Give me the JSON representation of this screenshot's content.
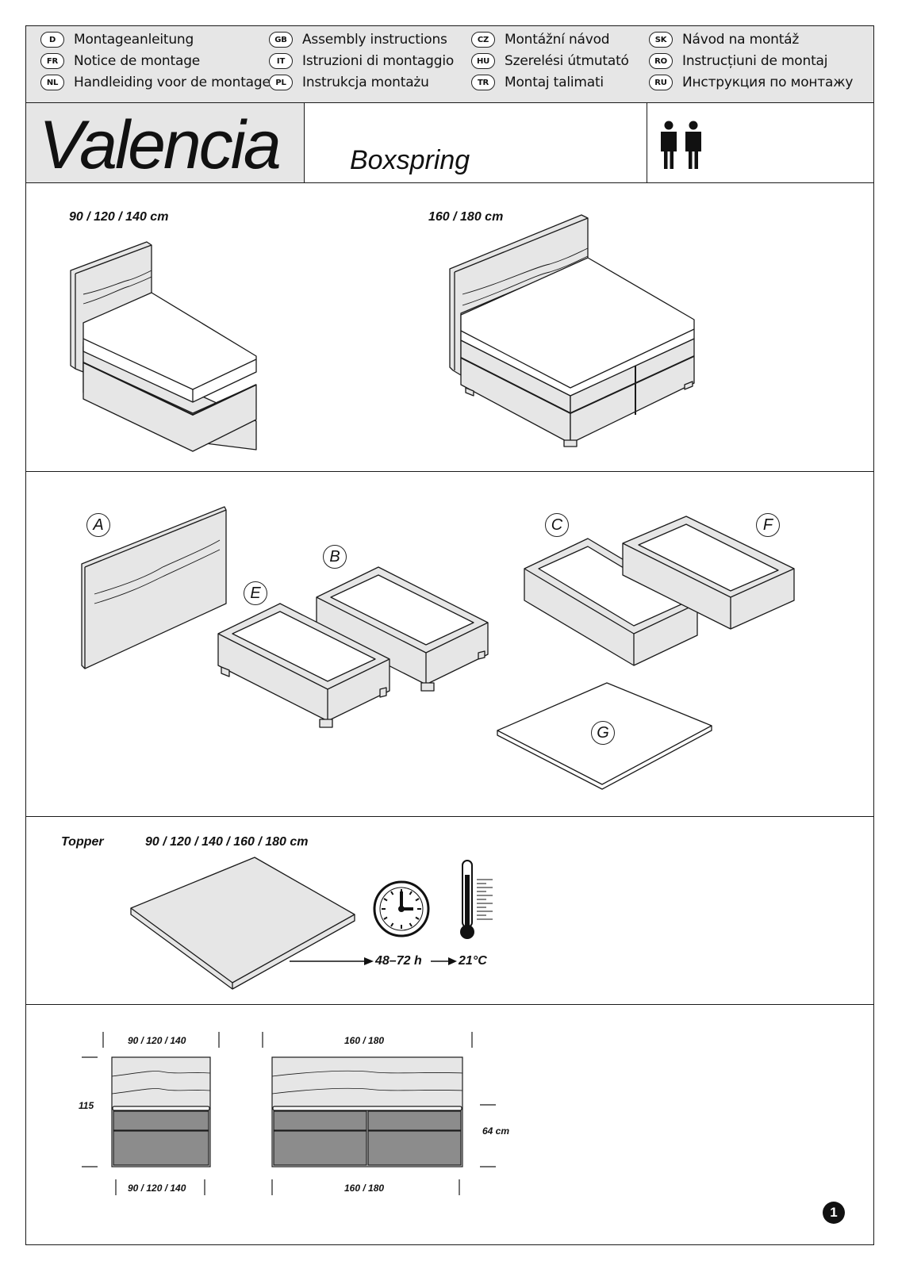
{
  "languages": [
    {
      "code": "D",
      "text": "Montageanleitung"
    },
    {
      "code": "FR",
      "text": "Notice de montage"
    },
    {
      "code": "NL",
      "text": "Handleiding voor de montage"
    },
    {
      "code": "GB",
      "text": "Assembly instructions"
    },
    {
      "code": "IT",
      "text": "Istruzioni di montaggio"
    },
    {
      "code": "PL",
      "text": "Instrukcja montażu"
    },
    {
      "code": "CZ",
      "text": "Montážní návod"
    },
    {
      "code": "HU",
      "text": "Szerelési útmutató"
    },
    {
      "code": "TR",
      "text": "Montaj talimati"
    },
    {
      "code": "SK",
      "text": "Návod na montáž"
    },
    {
      "code": "RO",
      "text": "Instrucțiuni de montaj"
    },
    {
      "code": "RU",
      "text": "Инструкция по монтажу"
    }
  ],
  "product": {
    "name": "Valencia",
    "type": "Boxspring",
    "persons_icon": "two-persons-icon",
    "persons_required": 2
  },
  "sizes": {
    "small": "90  / 120 / 140 cm",
    "large": "160 / 180 cm"
  },
  "parts": {
    "a": "A",
    "b": "B",
    "c": "C",
    "e": "E",
    "f": "F",
    "g": "G"
  },
  "topper": {
    "label": "Topper",
    "sizes": "90  / 120 / 140 / 160 / 180 cm",
    "time": "48–72 h",
    "temperature": "21°C",
    "icons": [
      "clock-icon",
      "thermometer-icon",
      "arrow-right-icon"
    ]
  },
  "dimensions": {
    "small_width_top": "90 / 120 / 140",
    "large_width_top": "160 / 180",
    "height": "115",
    "bed_height": "64 cm",
    "small_width_bottom": "90 / 120 / 140",
    "large_width_bottom": "160 / 180"
  },
  "page_number": "1",
  "colors": {
    "fabric": "#e6e6e6",
    "box_side": "#8c8c8c",
    "line": "#1a1a1a"
  }
}
